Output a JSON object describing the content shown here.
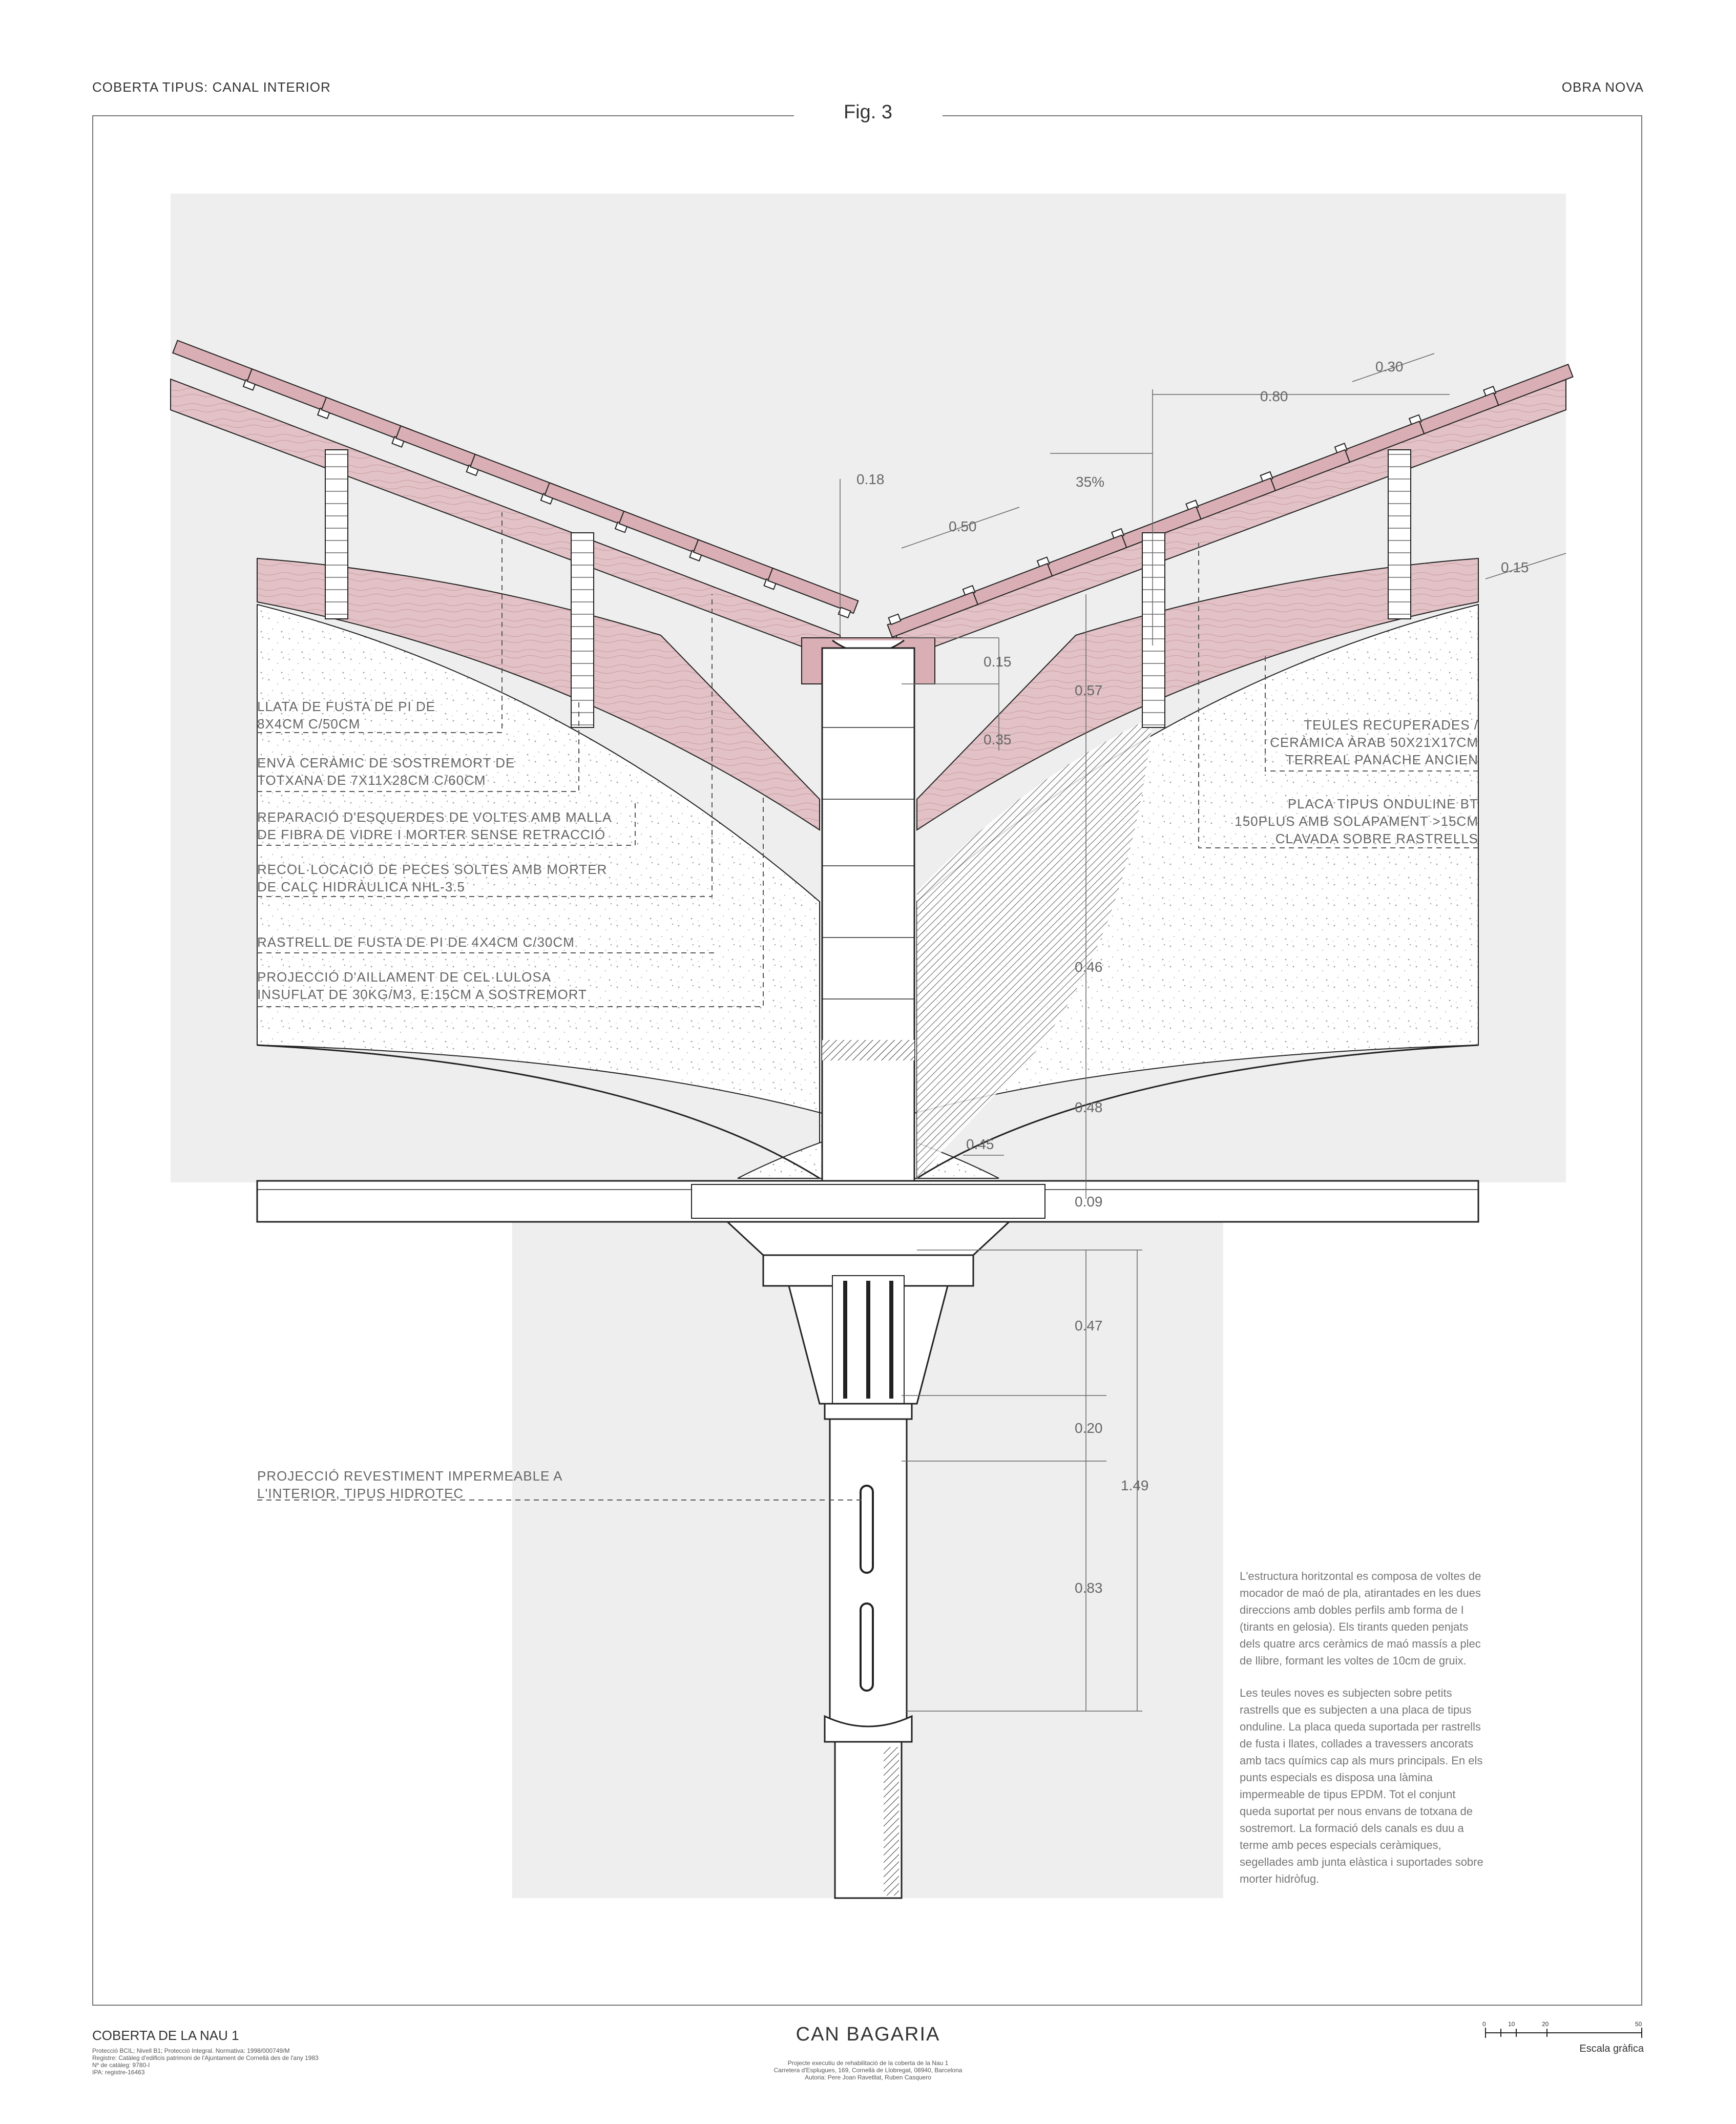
{
  "header": {
    "left": "COBERTA TIPUS: CANAL INTERIOR",
    "right": "OBRA NOVA",
    "figure": "Fig. 3"
  },
  "labels_left": {
    "llata": "LLATA DE FUSTA DE PI DE\n8X4CM C/50CM",
    "enva": "ENVÀ CERÀMIC DE SOSTREMORT DE\nTOTXANA DE 7X11X28CM C/60CM",
    "reparacio": "REPARACIÓ D'ESQUERDES DE VOLTES AMB MALLA\nDE FIBRA DE VIDRE I MORTER SENSE RETRACCIÓ",
    "recol": "RECOL·LOCACIÓ DE PECES SOLTES AMB MORTER\nDE CALÇ HIDRÀULICA NHL-3.5",
    "rastrell": "RASTRELL DE FUSTA DE PI DE 4X4CM C/30CM",
    "projeccio": "PROJECCIÓ D'AILLAMENT DE CEL·LULOSA\nINSUFLAT DE 30KG/M3, E:15CM A SOSTREMORT",
    "revestiment": "PROJECCIÓ REVESTIMENT IMPERMEABLE A\nL'INTERIOR, TIPUS HIDROTEC"
  },
  "labels_right": {
    "teules": "TEULES RECUPERADES /\nCERÀMICA ÀRAB 50X21X17CM\nTERREAL PANACHE ANCIEN",
    "placa": "PLACA TIPUS ONDULINE BT\n150PLUS AMB SOLAPAMENT >15CM\nCLAVADA SOBRE RASTRELLS"
  },
  "dimensions": {
    "d030": "0.30",
    "d080": "0.80",
    "d035pct": "35%",
    "d018": "0.18",
    "d050": "0.50",
    "d015a": "0.15",
    "d015b": "0.15",
    "d057": "0.57",
    "d035": "0.35",
    "d046": "0.46",
    "d048": "0.48",
    "d045": "0.45",
    "d009": "0.09",
    "d047": "0.47",
    "d020": "0.20",
    "d149": "1.49",
    "d083": "0.83"
  },
  "description": {
    "p1": "L'estructura horitzontal es composa de voltes de mocador de maó de pla, atirantades en les dues direccions amb dobles perfils amb forma de I (tirants en gelosia). Els tirants queden penjats dels quatre arcs ceràmics de maó massís a plec de llibre, formant les voltes de 10cm de gruix.",
    "p2": "Les teules noves es subjecten sobre petits rastrells que es subjecten a una placa de tipus onduline. La placa queda suportada per rastrells de fusta i llates, collades a travessers ancorats amb tacs químics cap als murs principals. En els punts especials es disposa una làmina impermeable de tipus EPDM. Tot el conjunt queda suportat per nous envans de totxana de sostremort. La formació dels canals es duu a terme amb peces especials ceràmiques, segellades amb junta elàstica i suportades sobre morter hidròfug."
  },
  "footer": {
    "left_title": "COBERTA DE LA NAU 1",
    "left_line1": "Protecció BCIL; Nivell B1; Protecció Integral. Normativa: 1998/000749/M",
    "left_line2": "Registre: Catàleg d'edificis patrimoni de l'Ajuntament de Cornellà des de l'any 1983",
    "left_line3": "Nº de catàleg: 9780-I",
    "left_line4": "IPA: registre-16463",
    "center_title": "CAN BAGARIA",
    "center_line1": "Projecte executiu de rehabilitació de la coberta de la Nau 1",
    "center_line2": "Carretera d'Esplugues, 169, Cornellà de Llobregat, 08940, Barcelona",
    "center_line3": "Autoria: Pere Joan Ravetllat, Ruben Casquero",
    "scale_label": "Escala gràfica",
    "scale_ticks": [
      "0",
      "10",
      "20",
      "50"
    ]
  },
  "colors": {
    "roof_pink": "#e2c2c6",
    "tile_pink": "#d9aeb4",
    "background_gray": "#eeeeee",
    "line": "#222222"
  }
}
